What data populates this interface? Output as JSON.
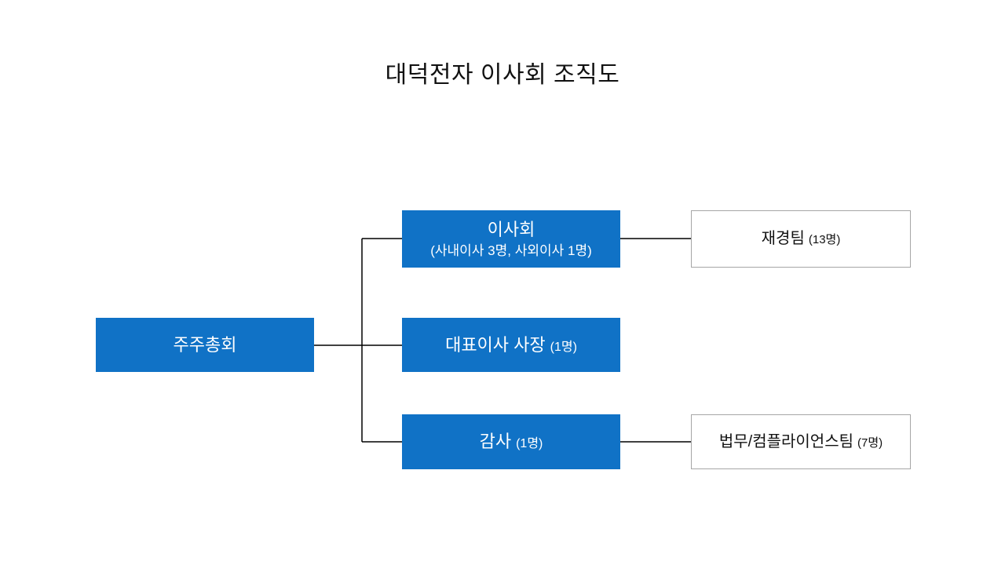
{
  "title": "대덕전자 이사회 조직도",
  "nodes": {
    "shareholders": {
      "label": "주주총회"
    },
    "board": {
      "label": "이사회",
      "sub": "(사내이사 3명, 사외이사 1명)"
    },
    "ceo": {
      "label": "대표이사 사장",
      "sub": "(1명)"
    },
    "auditor": {
      "label": "감사",
      "sub": "(1명)"
    },
    "finance": {
      "label": "재경팀",
      "sub": "(13명)"
    },
    "legal": {
      "label": "법무/컴플라이언스팀",
      "sub": "(7명)"
    }
  },
  "colors": {
    "node_fill": "#1072C6",
    "node_text": "#FFFFFF",
    "side_box_border": "#A6A6A6",
    "connector_line": "#000000",
    "title_text": "#111111"
  }
}
